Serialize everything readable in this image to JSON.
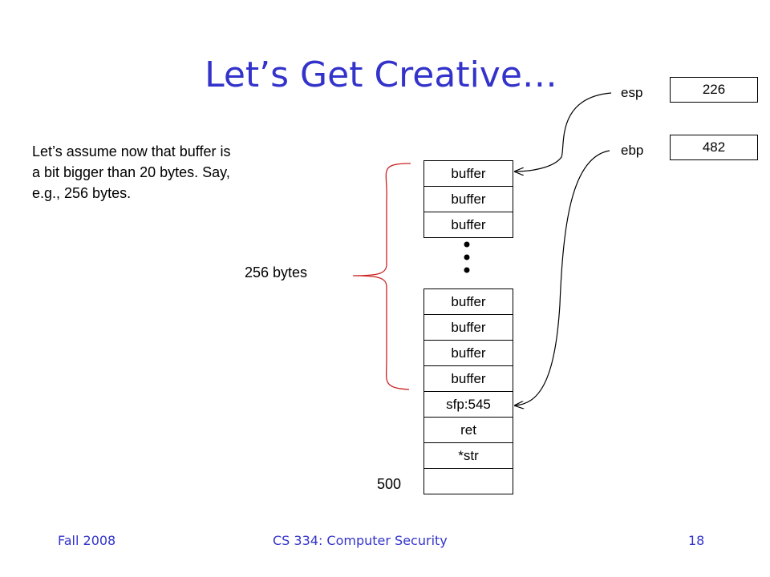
{
  "slide": {
    "title": "Let’s Get Creative…",
    "body": "Let’s assume now that buffer is a bit bigger than 20 bytes. Say, e.g., 256 bytes.",
    "brace_label": "256 bytes",
    "address_label": "500"
  },
  "stack": {
    "top_cells": [
      "buffer",
      "buffer",
      "buffer"
    ],
    "bottom_cells": [
      "buffer",
      "buffer",
      "buffer",
      "buffer",
      "sfp:545",
      "ret",
      "*str",
      ""
    ]
  },
  "registers": {
    "esp": {
      "label": "esp",
      "value": "226"
    },
    "ebp": {
      "label": "ebp",
      "value": "482"
    }
  },
  "footer": {
    "left": "Fall 2008",
    "center": "CS 334: Computer Security",
    "right": "18"
  },
  "colors": {
    "title": "#3333cc",
    "brace": "#cc2222",
    "footer": "#3333cc"
  }
}
